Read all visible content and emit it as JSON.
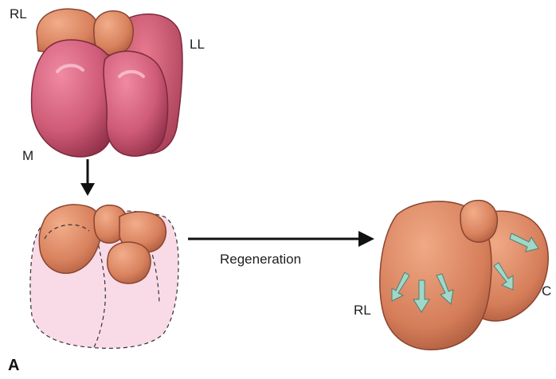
{
  "labels": {
    "full_liver_right_lobe": "RL",
    "full_liver_left_lobe": "LL",
    "full_liver_median_lobe": "M",
    "process": "Regeneration",
    "regenerated_right_lobe": "RL",
    "regenerated_caudate": "C",
    "panel": "A"
  },
  "colors": {
    "intact_lobe": "#c9506c",
    "remnant_lobe": "#d98662",
    "resected_area": "#f8d7e4",
    "growth_arrow": "#9fd8c8",
    "arrow": "#111111"
  }
}
